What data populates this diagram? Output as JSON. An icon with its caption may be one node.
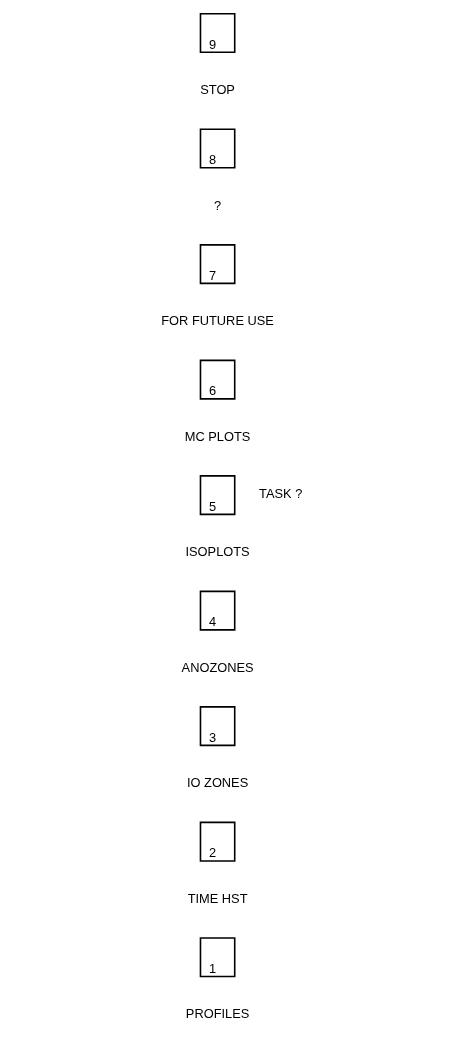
{
  "diagram": {
    "nodes": [
      {
        "text": [
          "9"
        ],
        "beside": [
          "STOP"
        ]
      },
      {
        "text": [
          "8"
        ],
        "beside": [
          "?"
        ]
      },
      {
        "text": [
          "7"
        ],
        "beside": [
          "FOR FUTURE USE"
        ]
      },
      {
        "text": [
          "6"
        ],
        "beside": [
          "MC PLOTS"
        ]
      },
      {
        "text": [
          "5"
        ],
        "beside": [
          "ISOPLOTS",
          "TASK ?"
        ]
      },
      {
        "text": [
          "4"
        ],
        "beside": [
          "ANOZONES"
        ]
      },
      {
        "text": [
          "3"
        ],
        "beside": [
          "IO ZONES"
        ]
      },
      {
        "text": [
          "2"
        ],
        "beside": [
          "TIME HST"
        ]
      },
      {
        "text": [
          "1"
        ],
        "beside": [
          "PROFILES"
        ]
      }
    ]
  }
}
